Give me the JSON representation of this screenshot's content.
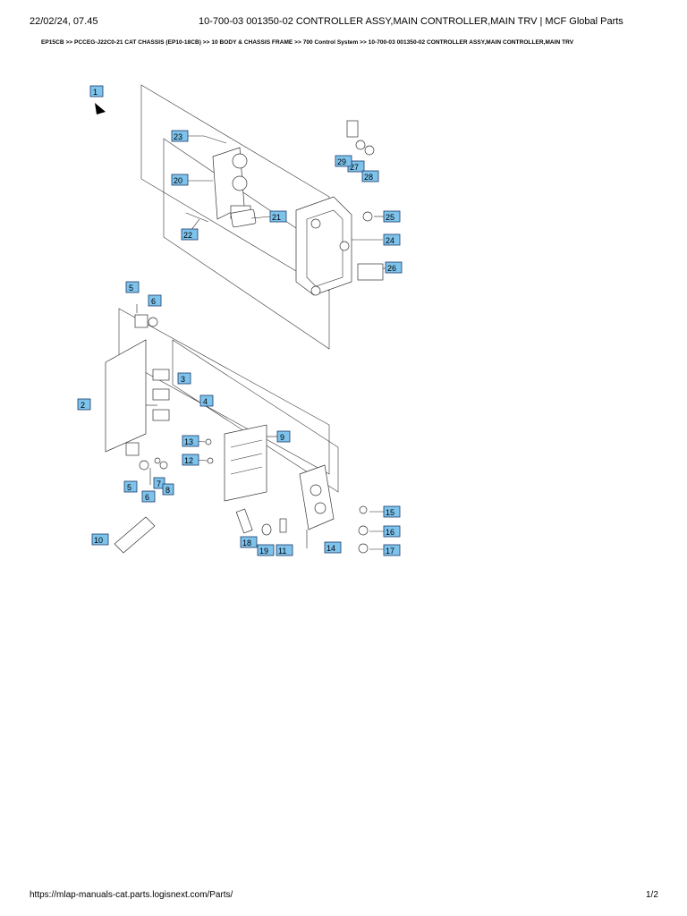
{
  "header": {
    "date": "22/02/24, 07.45",
    "title": "10-700-03 001350-02 CONTROLLER ASSY,MAIN CONTROLLER,MAIN TRV | MCF Global Parts"
  },
  "breadcrumb": "EP15CB >> PCCEG-J22C0-21 CAT CHASSIS (EP10-18CB) >> 10 BODY & CHASSIS FRAME >> 700 Control System >> 10-700-03 001350-02 CONTROLLER ASSY,MAIN CONTROLLER,MAIN TRV",
  "diagram": {
    "callouts": [
      "1",
      "2",
      "3",
      "4",
      "5",
      "5",
      "6",
      "6",
      "7",
      "8",
      "9",
      "10",
      "11",
      "12",
      "13",
      "14",
      "15",
      "16",
      "17",
      "18",
      "19",
      "20",
      "21",
      "22",
      "23",
      "24",
      "25",
      "26",
      "27",
      "28",
      "29"
    ]
  },
  "footer": {
    "url": "https://mlap-manuals-cat.parts.logisnext.com/Parts/",
    "page": "1/2"
  }
}
